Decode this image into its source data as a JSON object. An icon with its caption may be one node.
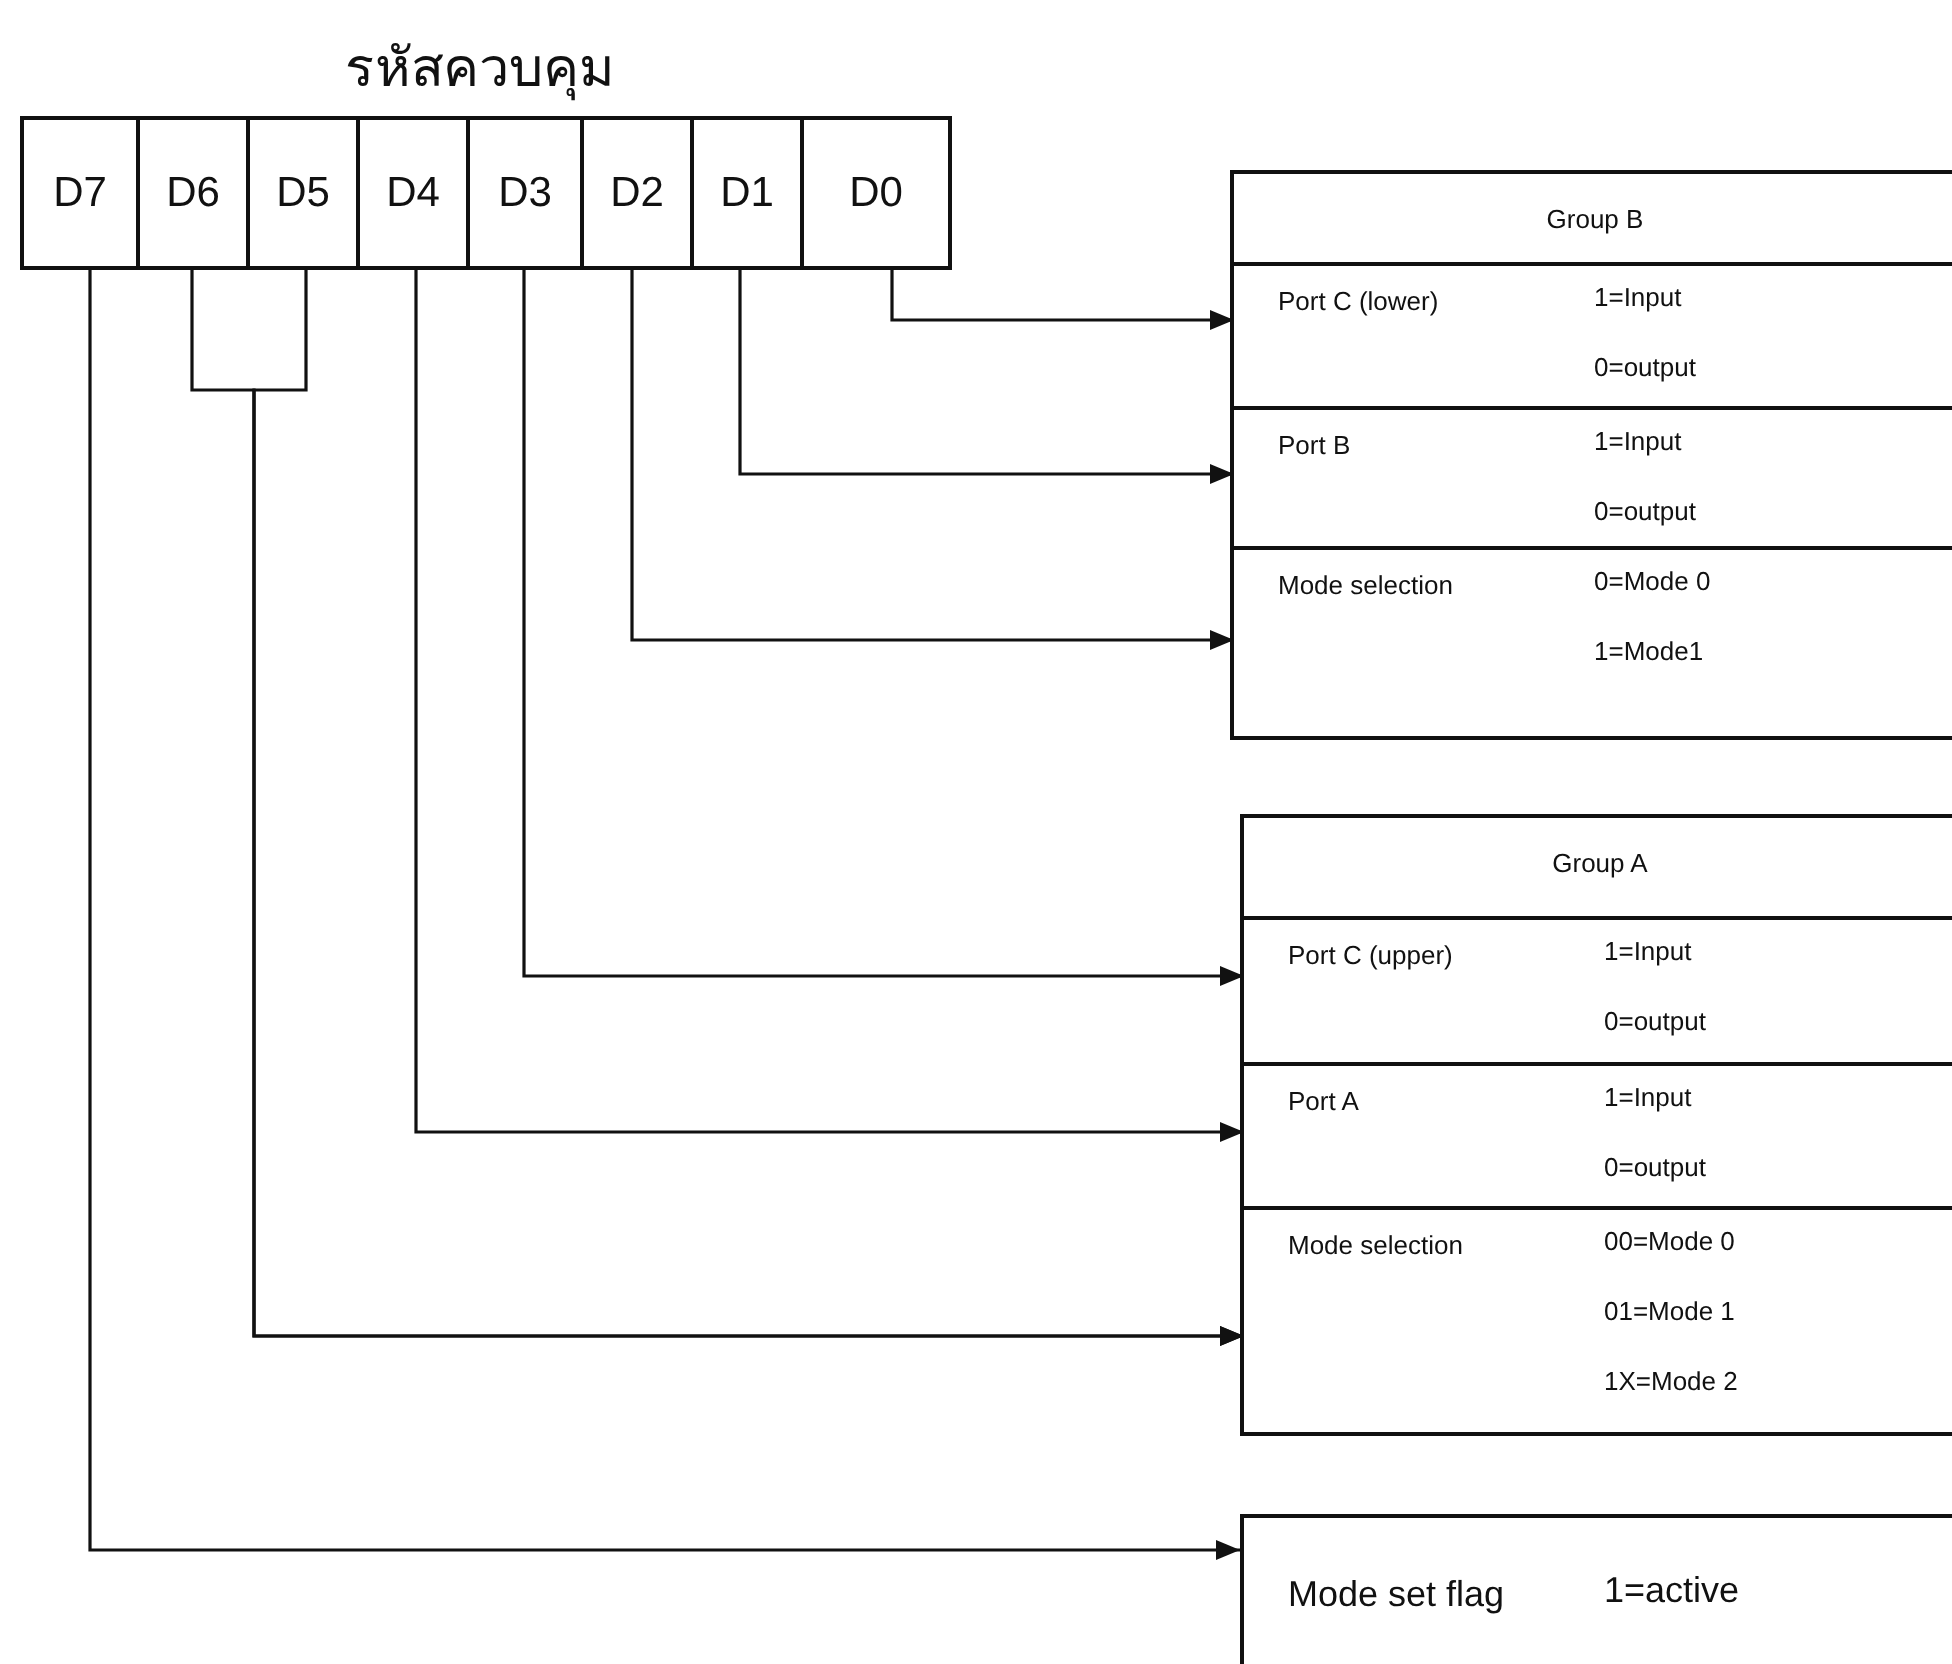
{
  "diagram": {
    "title": "รหัสควบคุม",
    "nodes": [
      {
        "text": [
          "D7"
        ]
      },
      {
        "text": [
          "D6"
        ]
      },
      {
        "text": [
          "D5"
        ]
      },
      {
        "text": [
          "D4"
        ]
      },
      {
        "text": [
          "D3"
        ]
      },
      {
        "text": [
          "D2"
        ]
      },
      {
        "text": [
          "D1"
        ]
      },
      {
        "text": [
          "D0"
        ]
      },
      {
        "text": [
          "Group B"
        ]
      },
      {
        "text": [
          "Port C (lower)",
          "1=Input",
          "0=output"
        ],
        "in": 8
      },
      {
        "text": [
          "Port B",
          "1=Input",
          "0=output"
        ],
        "in": 8
      },
      {
        "text": [
          "Mode selection",
          "0=Mode 0",
          "1=Mode1"
        ],
        "in": 8
      },
      {
        "text": [
          "Group A"
        ]
      },
      {
        "text": [
          "Port C (upper)",
          "1=Input",
          "0=output"
        ],
        "in": 12
      },
      {
        "text": [
          "Port A",
          "1=Input",
          "0=output"
        ],
        "in": 12
      },
      {
        "text": [
          "Mode selection",
          "00=Mode 0",
          "01=Mode 1",
          "1X=Mode 2"
        ],
        "in": 12
      },
      {
        "text": [
          "Mode set flag",
          "1=active"
        ]
      }
    ],
    "edges": [
      {
        "from": 7,
        "to": 9,
        "arrow": "to"
      },
      {
        "from": 6,
        "to": 10,
        "arrow": "to"
      },
      {
        "from": 5,
        "to": 11,
        "arrow": "to"
      },
      {
        "from": 4,
        "to": 13,
        "arrow": "to"
      },
      {
        "from": 3,
        "to": 14,
        "arrow": "to"
      },
      {
        "from": 1,
        "to": 15,
        "arrow": "to"
      },
      {
        "from": 2,
        "to": 15,
        "arrow": "to"
      },
      {
        "from": 0,
        "to": 16,
        "arrow": "to"
      }
    ]
  }
}
